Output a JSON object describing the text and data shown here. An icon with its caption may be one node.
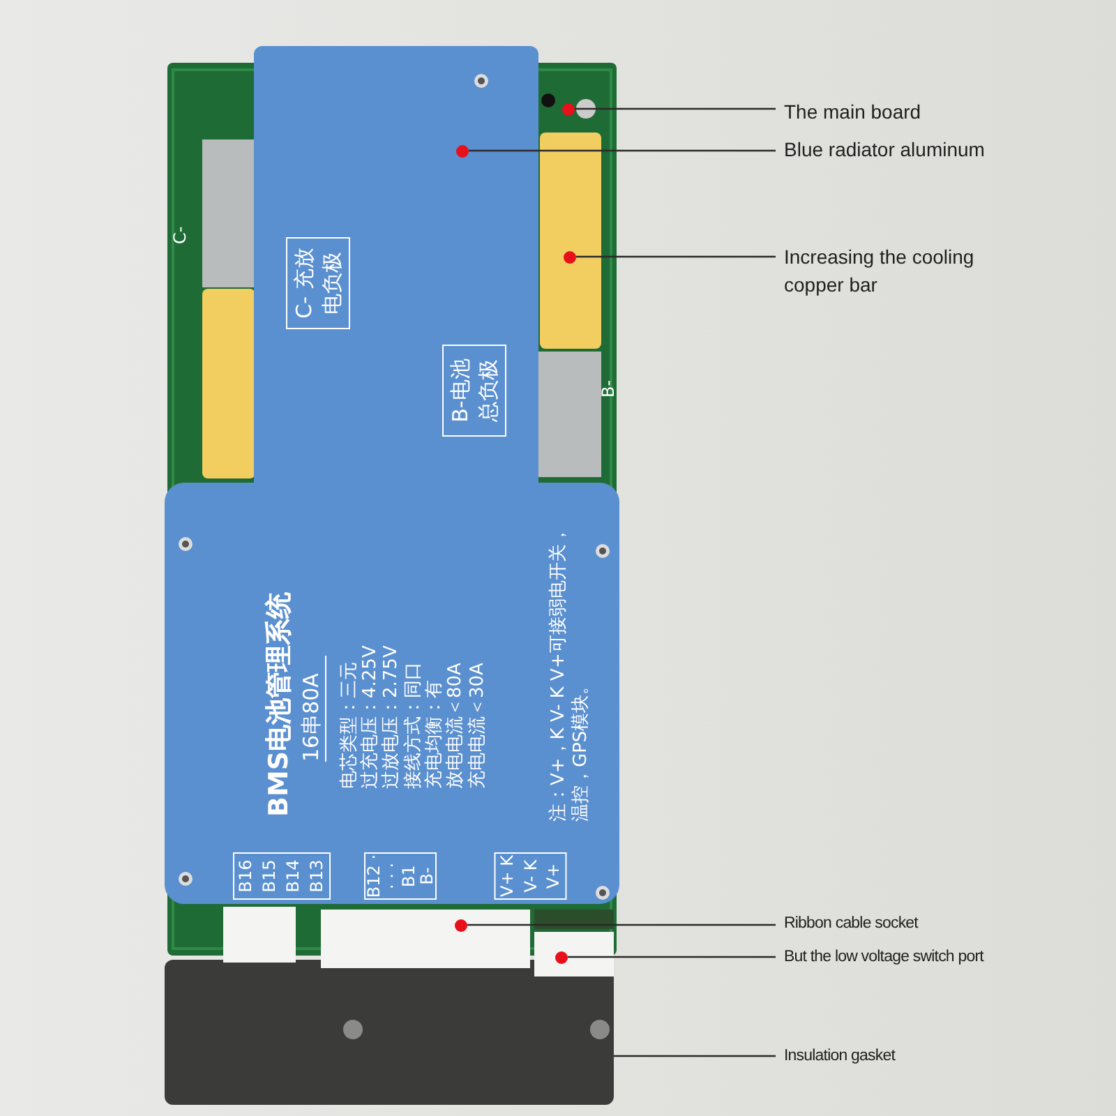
{
  "diagram": {
    "nodes": [
      {
        "text": [
          "The main board"
        ]
      },
      {
        "text": [],
        "shape": "circle"
      },
      {
        "text": [
          "Blue radiator aluminum"
        ]
      },
      {
        "text": [],
        "shape": "circle"
      },
      {
        "text": [
          "Increasing the cooling copper bar"
        ]
      },
      {
        "text": [],
        "shape": "circle"
      },
      {
        "text": [
          "Ribbon cable socket"
        ]
      },
      {
        "text": [],
        "shape": "circle"
      },
      {
        "text": [
          "But the low voltage switch port"
        ]
      },
      {
        "text": [],
        "shape": "circle"
      },
      {
        "text": [
          "Insulation gasket"
        ]
      },
      {
        "text": [],
        "shape": "box"
      }
    ],
    "edges": [
      {
        "from": 0,
        "to": 1,
        "arrow": "none"
      },
      {
        "from": 2,
        "to": 3,
        "arrow": "none"
      },
      {
        "from": 4,
        "to": 5,
        "arrow": "none"
      },
      {
        "from": 6,
        "to": 7,
        "arrow": "none"
      },
      {
        "from": 8,
        "to": 9,
        "arrow": "none"
      },
      {
        "from": 10,
        "to": 11,
        "arrow": "none"
      }
    ],
    "labels": [
      "C-",
      "C- 充放电负极",
      "B-电池总负极",
      "B-",
      "BMS电池管理系统",
      "16串80A",
      "电芯类型：三元",
      "过充电压：4.25V",
      "过放电压：2.75V",
      "接线方式：同口",
      "充电均衡：有",
      "放电电流＜80A",
      "充电电流＜30A",
      "注：V+，K V- K V+可接弱电开关，温控，GPS模块。",
      "B16 B15 B14 B13",
      "B12 · · · · B1 B-",
      "V+ K V- K V+"
    ]
  }
}
